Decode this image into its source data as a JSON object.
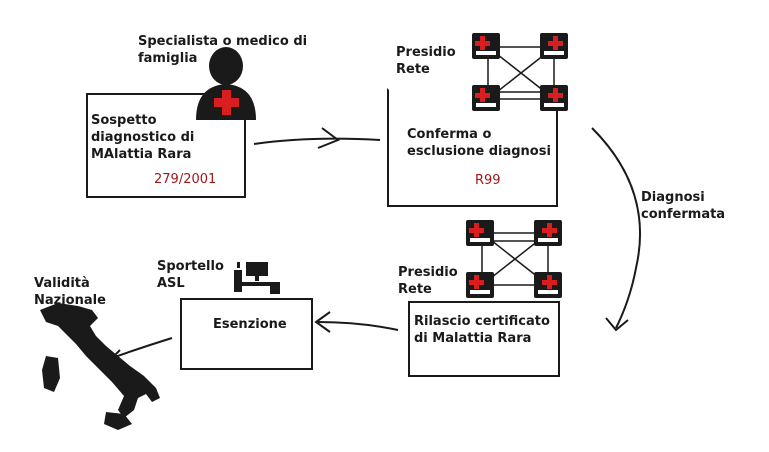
{
  "specialist": {
    "line1": "Specialista o medico di",
    "line2": "famiglia"
  },
  "suspicion": {
    "line1": "Sospetto",
    "line2": "diagnostico di",
    "line3": "MAlattia Rara",
    "code": "279/2001"
  },
  "presidio_top": {
    "line1": "Presidio",
    "line2": "Rete"
  },
  "confirm": {
    "line1": "Conferma o",
    "line2": "esclusione diagnosi",
    "code": "R99"
  },
  "diagnosis_confirmed": {
    "line1": "Diagnosi",
    "line2": "confermata"
  },
  "presidio_bottom": {
    "line1": "Presidio",
    "line2": "Rete"
  },
  "certificate": {
    "line1": "Rilascio certificato",
    "line2": "di Malattia Rara"
  },
  "desk": {
    "line1": "Sportello",
    "line2": "ASL"
  },
  "exemption": {
    "label": "Esenzione"
  },
  "validity": {
    "line1": "Validità",
    "line2": "Nazionale"
  },
  "colors": {
    "ink": "#1a1a1a",
    "code_red": "#a01818",
    "cross_red": "#d81e1e"
  }
}
